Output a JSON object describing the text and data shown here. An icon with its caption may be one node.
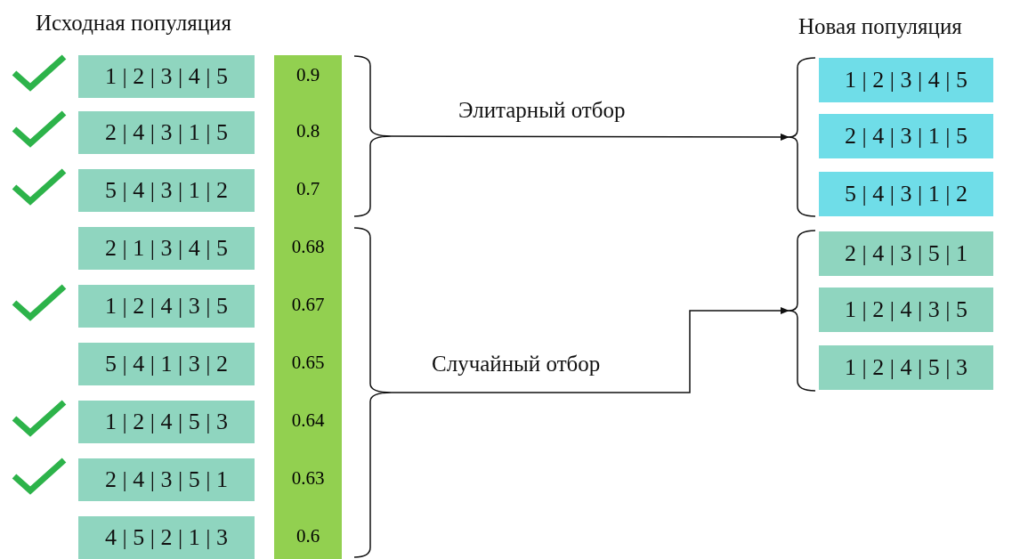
{
  "diagram": {
    "nodes": [
      {
        "text": [
          "1 | 2 | 3 | 4 | 5"
        ]
      },
      {
        "text": [
          "2 | 4 | 3 | 1 | 5"
        ]
      },
      {
        "text": [
          "5 | 4 | 3 | 1 | 2"
        ]
      },
      {
        "text": [
          "2 | 1 | 3 | 4 | 5"
        ]
      },
      {
        "text": [
          "1 | 2 | 4 | 3 | 5"
        ]
      },
      {
        "text": [
          "5 | 4 | 1 | 3 | 2"
        ]
      },
      {
        "text": [
          "1 | 2 | 4 | 5 | 3"
        ]
      },
      {
        "text": [
          "2 | 4 | 3 | 5 | 1"
        ]
      },
      {
        "text": [
          "4 | 5 | 2 | 1 | 3"
        ]
      },
      {
        "text": [
          "0.9",
          "0.8",
          "0.7",
          "0.68",
          "0.67",
          "0.65",
          "0.64",
          "0.63",
          "0.6"
        ]
      },
      {
        "text": [],
        "shape": "brace"
      },
      {
        "text": [],
        "shape": "brace"
      },
      {
        "text": [],
        "shape": "brace"
      },
      {
        "text": [],
        "shape": "brace"
      },
      {
        "text": [
          "1 | 2 | 3 | 4 | 5"
        ]
      },
      {
        "text": [
          "2 | 4 | 3 | 1 | 5"
        ]
      },
      {
        "text": [
          "5 | 4 | 3 | 1 | 2"
        ]
      },
      {
        "text": [
          "2 | 4 | 3 | 5 | 1"
        ]
      },
      {
        "text": [
          "1 | 2 | 4 | 3 | 5"
        ]
      },
      {
        "text": [
          "1 | 2 | 4 | 5 | 3"
        ]
      }
    ],
    "edges": [
      {
        "from": 10,
        "to": 12,
        "arrow": "to",
        "label": "Элитарный отбор"
      },
      {
        "from": 11,
        "to": 13,
        "arrow": "to",
        "label": "Случайный отбор"
      }
    ],
    "labels": [
      "Исходная популяция",
      "Новая популяция"
    ]
  }
}
